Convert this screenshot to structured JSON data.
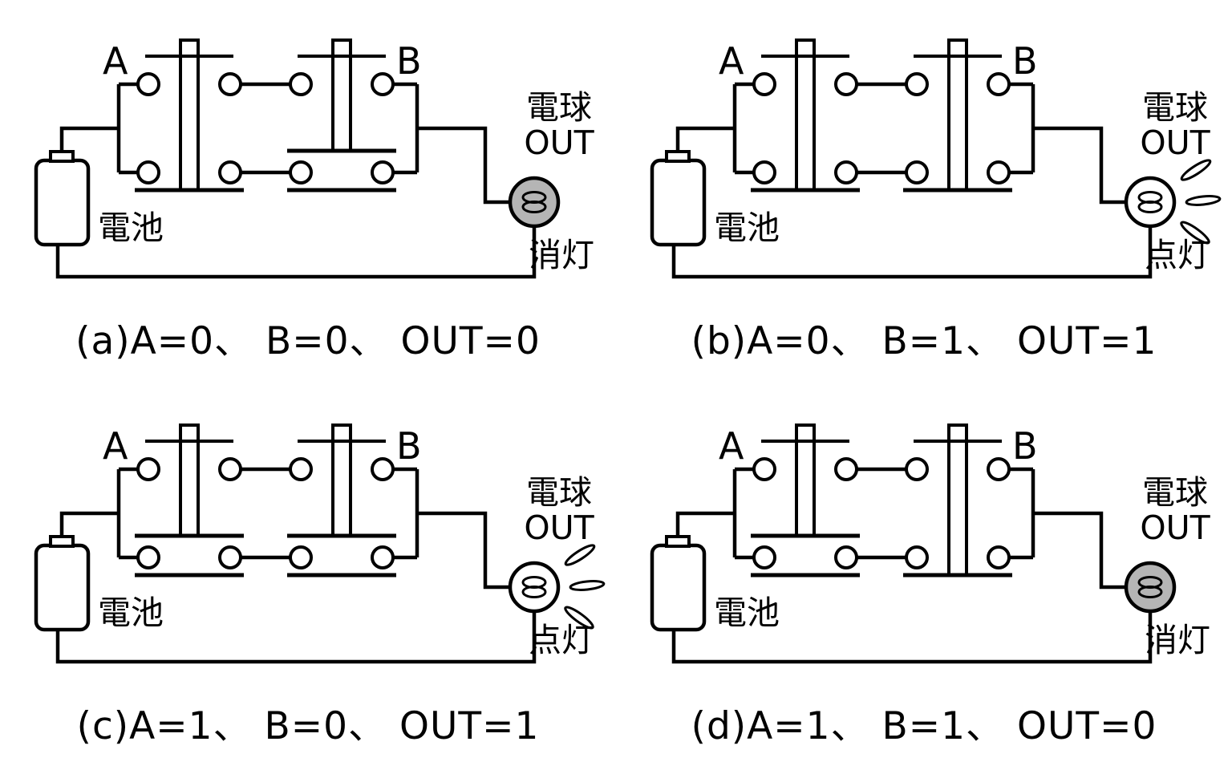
{
  "colors": {
    "line": "#000000",
    "bulb_on": "#ffffff",
    "bulb_off": "#b5b5b5"
  },
  "panels": [
    {
      "id": "a",
      "switch_a_label": "A",
      "switch_b_label": "B",
      "battery_label": "電池",
      "bulb_label": "電球",
      "out_label": "OUT",
      "state_label": "消灯",
      "a": 0,
      "b": 0,
      "out": 0,
      "lit": false,
      "caption": "(a)A=0、 B=0、 OUT=0"
    },
    {
      "id": "b",
      "switch_a_label": "A",
      "switch_b_label": "B",
      "battery_label": "電池",
      "bulb_label": "電球",
      "out_label": "OUT",
      "state_label": "点灯",
      "a": 0,
      "b": 1,
      "out": 1,
      "lit": true,
      "caption": "(b)A=0、 B=1、 OUT=1"
    },
    {
      "id": "c",
      "switch_a_label": "A",
      "switch_b_label": "B",
      "battery_label": "電池",
      "bulb_label": "電球",
      "out_label": "OUT",
      "state_label": "点灯",
      "a": 1,
      "b": 0,
      "out": 1,
      "lit": true,
      "caption": "(c)A=1、 B=0、 OUT=1"
    },
    {
      "id": "d",
      "switch_a_label": "A",
      "switch_b_label": "B",
      "battery_label": "電池",
      "bulb_label": "電球",
      "out_label": "OUT",
      "state_label": "消灯",
      "a": 1,
      "b": 1,
      "out": 0,
      "lit": false,
      "caption": "(d)A=1、 B=1、 OUT=0"
    }
  ]
}
